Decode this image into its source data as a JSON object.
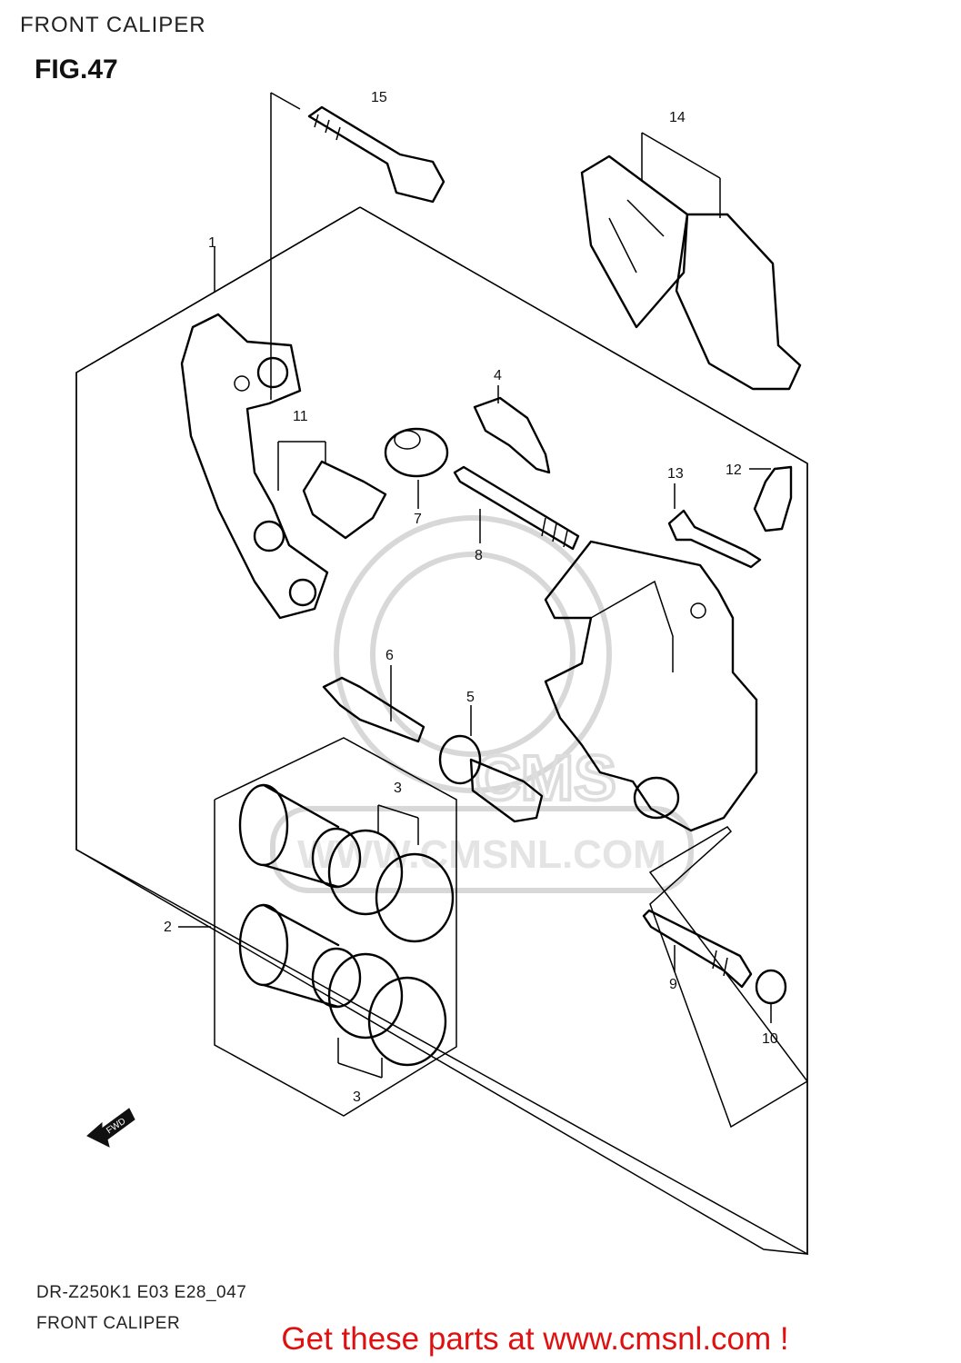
{
  "header": {
    "title": "FRONT CALIPER",
    "figure": "FIG.47"
  },
  "footer": {
    "code": "DR-Z250K1 E03 E28_047",
    "caption": "FRONT CALIPER",
    "cta": "Get these parts at www.cmsnl.com !"
  },
  "watermark": {
    "text": "WWW.CMSNL.COM",
    "logo": "CMS"
  },
  "arrow": {
    "label": "FWD"
  },
  "callouts": [
    "1",
    "2",
    "3",
    "3",
    "4",
    "5",
    "6",
    "7",
    "8",
    "9",
    "10",
    "11",
    "12",
    "13",
    "14",
    "15"
  ],
  "colors": {
    "cta": "#e01010",
    "lines": "#000000",
    "watermark": "#d8d8d8"
  }
}
